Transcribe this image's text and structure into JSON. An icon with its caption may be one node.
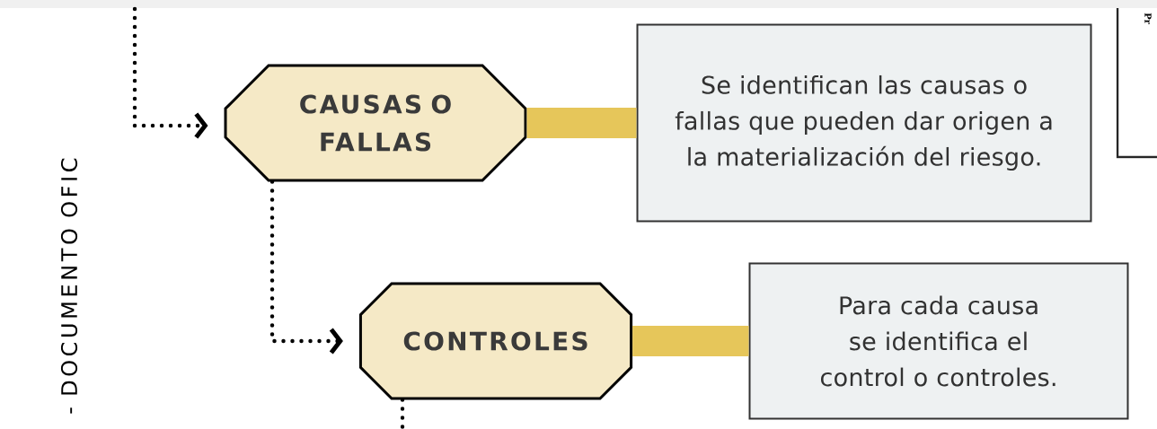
{
  "diagram": {
    "nodes": [
      {
        "text": [
          "CAUSAS O FALLAS"
        ]
      },
      {
        "text": [
          "Se identifican las causas o fallas que pueden dar origen a la materialización del riesgo."
        ]
      },
      {
        "text": [
          "CONTROLES"
        ]
      },
      {
        "text": [
          "Para cada causa se identifica el control o controles."
        ]
      }
    ],
    "edges": [
      {
        "from": null,
        "to": 0,
        "arrow": "to",
        "style": "dashed"
      },
      {
        "from": 0,
        "to": 1,
        "arrow": "none",
        "style": "thick",
        "color": "#e6c65a"
      },
      {
        "from": 0,
        "to": 2,
        "arrow": "to",
        "style": "dashed"
      },
      {
        "from": 2,
        "to": 3,
        "arrow": "none",
        "style": "thick",
        "color": "#e6c65a"
      },
      {
        "from": 2,
        "to": null,
        "arrow": "none",
        "style": "dashed"
      }
    ],
    "labels": [
      "- DOCUMENTO OFIC",
      "Pr"
    ]
  }
}
